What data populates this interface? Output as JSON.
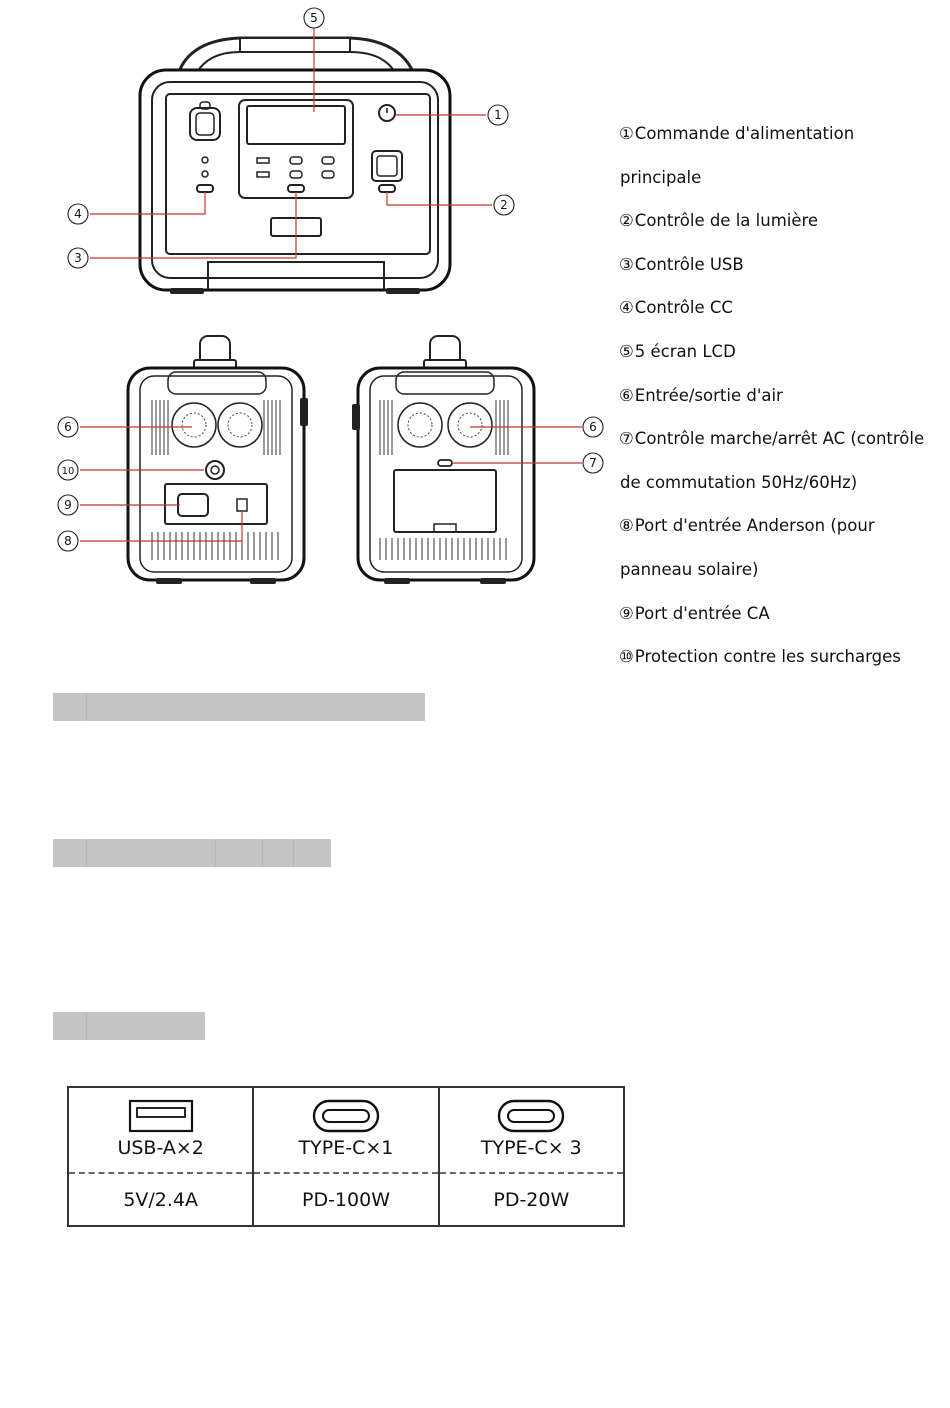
{
  "callouts": {
    "front": [
      "⑤",
      "①",
      "②",
      "④",
      "③"
    ],
    "back_left": [
      "⑥",
      "⑩",
      "⑨",
      "⑧"
    ],
    "back_right": [
      "⑥",
      "⑦"
    ]
  },
  "legend": [
    {
      "num": "①",
      "text": "Commande d'alimentation"
    },
    {
      "num": "",
      "text": "principale"
    },
    {
      "num": "②",
      "text": "Contrôle de la lumière"
    },
    {
      "num": "③",
      "text": "Contrôle USB"
    },
    {
      "num": "④",
      "text": "Contrôle CC"
    },
    {
      "num": "⑤",
      "text": "5 écran LCD"
    },
    {
      "num": "⑥",
      "text": "Entrée/sortie d'air"
    },
    {
      "num": "⑦",
      "text": "Contrôle marche/arrêt AC (contrôle"
    },
    {
      "num": "",
      "text": "de commutation 50Hz/60Hz)"
    },
    {
      "num": "⑧",
      "text": "Port d'entrée Anderson (pour"
    },
    {
      "num": "",
      "text": "panneau solaire)"
    },
    {
      "num": "⑨",
      "text": "Port d'entrée CA"
    },
    {
      "num": "⑩",
      "text": "Protection contre les surcharges"
    }
  ],
  "ports_table": {
    "columns": [
      {
        "icon": "usb-a-icon",
        "name": "USB-A×2",
        "spec": "5V/2.4A"
      },
      {
        "icon": "usb-c-icon",
        "name": "TYPE-C×1",
        "spec": "PD-100W"
      },
      {
        "icon": "usb-c-icon",
        "name": "TYPE-C× 3",
        "spec": "PD-20W"
      }
    ]
  },
  "colors": {
    "callout_line": "#c0392b",
    "redacted_bar": "#c4c4c4"
  }
}
